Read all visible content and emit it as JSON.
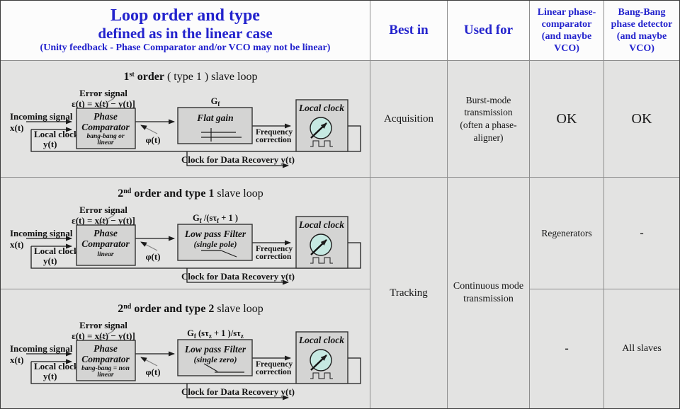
{
  "header": {
    "title_line1": "Loop order and type",
    "title_line2": "defined as in the linear case",
    "title_line3": "(Unity feedback  - Phase Comparator and/or VCO may not be linear)",
    "col_best_in": "Best in",
    "col_used_for": "Used for",
    "col_linear": "Linear phase-comparator (and maybe VCO)",
    "col_bangbang": "Bang-Bang phase detector (and maybe VCO)"
  },
  "colors": {
    "accent_blue": "#2323cd",
    "table_bg": "#e3e3e2",
    "header_bg": "#fcfcfc",
    "block_fill": "#d4d4d3",
    "vco_fill": "#c6e9e2"
  },
  "merged": {
    "best_in": "Tracking",
    "used_for": "Continuous mode transmission"
  },
  "rows": [
    {
      "title": {
        "num": "1",
        "sup": "st",
        "bold": " order",
        "normal": " ( type 1 ) slave loop"
      },
      "error_label": "Error signal",
      "error_formula": "ε(t) = x(t) − y(t)]",
      "incoming_label": "Incoming signal",
      "incoming_signal": "x(t)",
      "local_clock_label": "Local clock",
      "local_clock_signal": "y(t)",
      "comparator_line1": "Phase",
      "comparator_line2": "Comparator",
      "comparator_sub1": "bang-bang or",
      "comparator_sub2": "linear",
      "phi": "φ(t)",
      "gain": {
        "f1": "G",
        "s1": "f",
        "f2": "",
        "s2": "",
        "f3": "",
        "s3": ""
      },
      "filter_line1": "Flat gain",
      "filter_line2": "",
      "freq_line1": "Frequency",
      "freq_line2": "correction",
      "clock_box_label": "Local clock",
      "recovery_label": "Clock for Data Recovery y(t)",
      "best_in": "Acquisition",
      "used_for": "Burst-mode transmission (often a phase-aligner)",
      "linear": "OK",
      "bangbang": "OK"
    },
    {
      "title": {
        "num": "2",
        "sup": "nd",
        "bold": " order and type 1",
        "normal": "  slave loop"
      },
      "error_label": "Error signal",
      "error_formula": "ε(t) = x(t) − y(t)]",
      "incoming_label": "Incoming signal",
      "incoming_signal": "x(t)",
      "local_clock_label": "Local clock",
      "local_clock_signal": "y(t)",
      "comparator_line1": "Phase",
      "comparator_line2": "Comparator",
      "comparator_sub1": "linear",
      "comparator_sub2": "",
      "phi": "φ(t)",
      "gain": {
        "f1": "G",
        "s1": "f",
        "f2": " /(sτ",
        "s2": "f",
        "f3": " + 1 )",
        "s3": ""
      },
      "filter_line1": "Low pass Filter",
      "filter_line2": "(single pole)",
      "freq_line1": "Frequency",
      "freq_line2": "correction",
      "clock_box_label": "Local clock",
      "recovery_label": "Clock for Data Recovery y(t)",
      "best_in": "",
      "used_for": "",
      "linear": "Regenerators",
      "bangbang": "-"
    },
    {
      "title": {
        "num": "2",
        "sup": "nd",
        "bold": " order and type 2",
        "normal": "  slave loop"
      },
      "error_label": "Error signal",
      "error_formula": "ε(t) = x(t) − y(t)]",
      "incoming_label": "Incoming signal",
      "incoming_signal": "x(t)",
      "local_clock_label": "Local clock",
      "local_clock_signal": "y(t)",
      "comparator_line1": "Phase",
      "comparator_line2": "Comparator",
      "comparator_sub1": "bang-bang = non",
      "comparator_sub2": "linear",
      "phi": "φ(t)",
      "gain": {
        "f1": "G",
        "s1": "f",
        "f2": " (sτ",
        "s2": "z",
        "f3": " + 1 )/sτ",
        "s3": "z"
      },
      "filter_line1": "Low pass Filter",
      "filter_line2": "(single zero)",
      "freq_line1": "Frequency",
      "freq_line2": "correction",
      "clock_box_label": "Local clock",
      "recovery_label": "Clock for Data Recovery y(t)",
      "best_in": "",
      "used_for": "",
      "linear": "-",
      "bangbang": "All slaves"
    }
  ]
}
